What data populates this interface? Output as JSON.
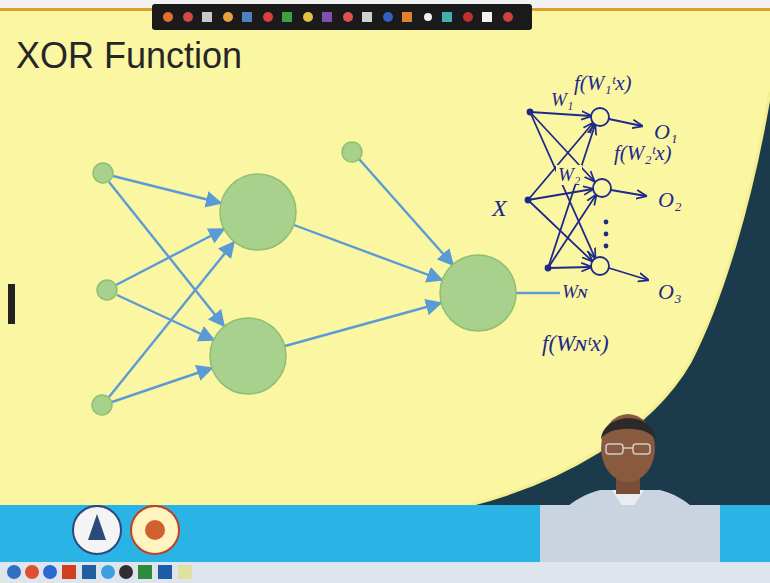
{
  "diagram": {
    "title": "XOR Function",
    "labels": [
      "W₁",
      "f(W₁ᵗx)",
      "O₁",
      "f(W₂ᵗx)",
      "W₂",
      "O₂",
      "X",
      "Wɴ",
      "O₃",
      "f(Wɴᵗx)"
    ]
  }
}
